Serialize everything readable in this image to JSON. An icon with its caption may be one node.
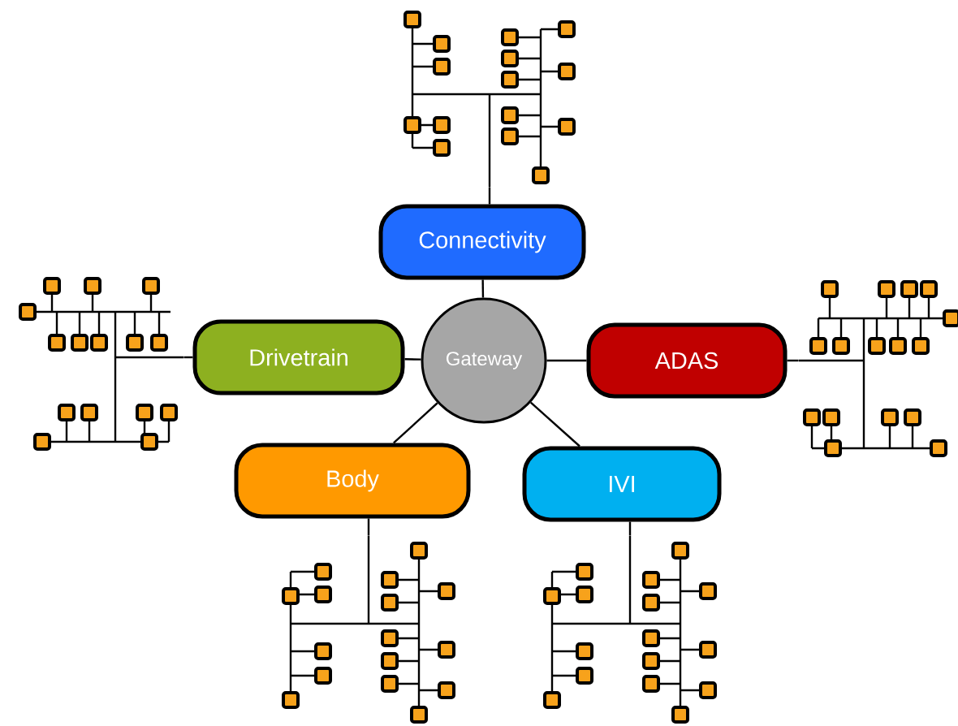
{
  "diagram": {
    "nodes": [
      {
        "text": [
          "Gateway"
        ]
      },
      {
        "text": [
          "Connectivity"
        ]
      },
      {
        "text": [
          "ADAS"
        ]
      },
      {
        "text": [
          "IVI"
        ]
      },
      {
        "text": [
          "Body"
        ]
      },
      {
        "text": [
          "Drivetrain"
        ]
      },
      {
        "text": [],
        "shape": "picture"
      },
      {
        "text": [],
        "shape": "picture"
      },
      {
        "text": [],
        "shape": "picture"
      },
      {
        "text": [],
        "shape": "picture"
      },
      {
        "text": [],
        "shape": "picture"
      }
    ],
    "edges": [
      {
        "from": 0,
        "to": 1,
        "arrow": "none"
      },
      {
        "from": 0,
        "to": 2,
        "arrow": "none"
      },
      {
        "from": 0,
        "to": 3,
        "arrow": "none"
      },
      {
        "from": 0,
        "to": 4,
        "arrow": "none"
      },
      {
        "from": 0,
        "to": 5,
        "arrow": "none"
      },
      {
        "from": 1,
        "to": 6,
        "arrow": "none"
      },
      {
        "from": 2,
        "to": 7,
        "arrow": "none"
      },
      {
        "from": 4,
        "to": 8,
        "arrow": "none"
      },
      {
        "from": 3,
        "to": 9,
        "arrow": "none"
      },
      {
        "from": 5,
        "to": 10,
        "arrow": "none"
      }
    ]
  }
}
